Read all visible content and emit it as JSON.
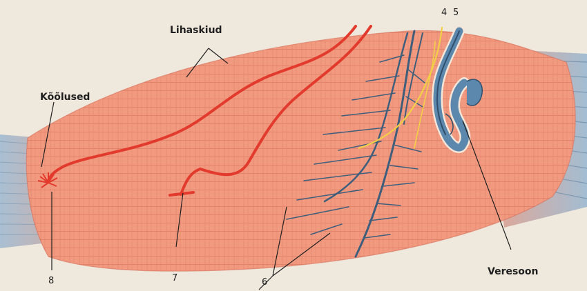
{
  "labels": {
    "lihaskiud": "Lihaskiud",
    "koolused": "Kõõlused",
    "veresoon": "Veresoon",
    "num_4": "4",
    "num_5": "5",
    "num_6": "6",
    "num_7": "7",
    "num_8": "8"
  },
  "colors": {
    "paper": "#efe8dc",
    "muscle": "#f19a80",
    "muscle_fiber": "#d0654f",
    "tendon": "#9fb8cf",
    "artery": "#e23a2c",
    "nerve": "#3e5e7c",
    "vessel": "#5c88ad",
    "yellow_fiber": "#f2cf46"
  },
  "icons": {
    "artery_end": "motor-end-plate-icon",
    "tendon_end": "tendon-receptor-icon"
  }
}
